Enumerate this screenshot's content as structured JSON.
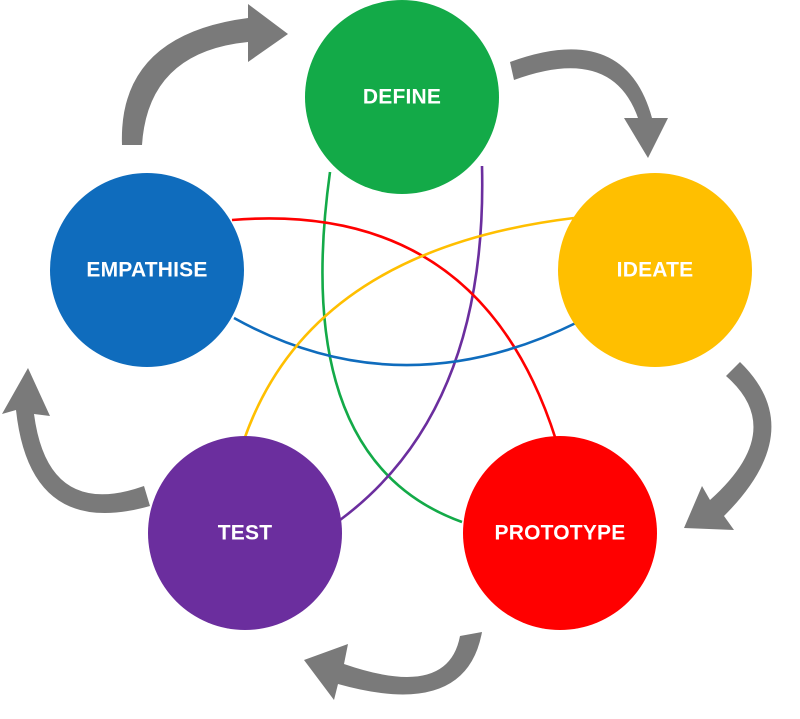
{
  "stages": [
    {
      "id": "define",
      "label": "DEFINE",
      "color": "#13AA48"
    },
    {
      "id": "ideate",
      "label": "IDEATE",
      "color": "#FFBF00"
    },
    {
      "id": "prototype",
      "label": "PROTOTYPE",
      "color": "#FF0000"
    },
    {
      "id": "test",
      "label": "TEST",
      "color": "#6B2E9E"
    },
    {
      "id": "empathise",
      "label": "EMPATHISE",
      "color": "#0F6CBD"
    }
  ],
  "connections": [
    {
      "from": "define",
      "to": "prototype",
      "color": "#13AA48"
    },
    {
      "from": "define",
      "to": "test",
      "color": "#6B2E9E"
    },
    {
      "from": "empathise",
      "to": "prototype",
      "color": "#FF0000"
    },
    {
      "from": "empathise",
      "to": "ideate",
      "color": "#0F6CBD"
    },
    {
      "from": "ideate",
      "to": "test",
      "color": "#FFBF00"
    }
  ],
  "cycle": {
    "direction": "clockwise",
    "arrow_color": "#7a7a7a",
    "arrow_icon": "curved-arrow-icon"
  }
}
